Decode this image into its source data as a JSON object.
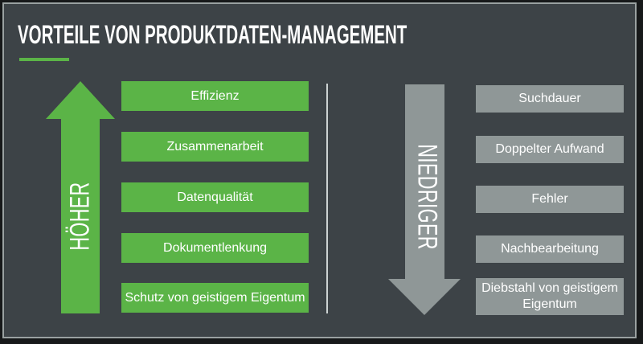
{
  "title": "VORTEILE VON PRODUKTDATEN-MANAGEMENT",
  "columns": {
    "left": {
      "arrow_label": "HÖHER",
      "arrow_direction": "up",
      "items": [
        "Effizienz",
        "Zusammenarbeit",
        "Datenqualität",
        "Dokumentlenkung",
        "Schutz von geistigem Eigentum"
      ]
    },
    "right": {
      "arrow_label": "NIEDRIGER",
      "arrow_direction": "down",
      "items": [
        "Suchdauer",
        "Doppelter Aufwand",
        "Fehler",
        "Nachbearbeitung",
        "Diebstahl von geistigem Eigentum"
      ]
    }
  },
  "colors": {
    "background": "#3d4347",
    "green": "#5bb447",
    "gray": "#8f9797",
    "text": "#ffffff",
    "divider": "#cdd3d3",
    "frame-line": "#9aa1a1",
    "frame-outer": "#17191a"
  }
}
